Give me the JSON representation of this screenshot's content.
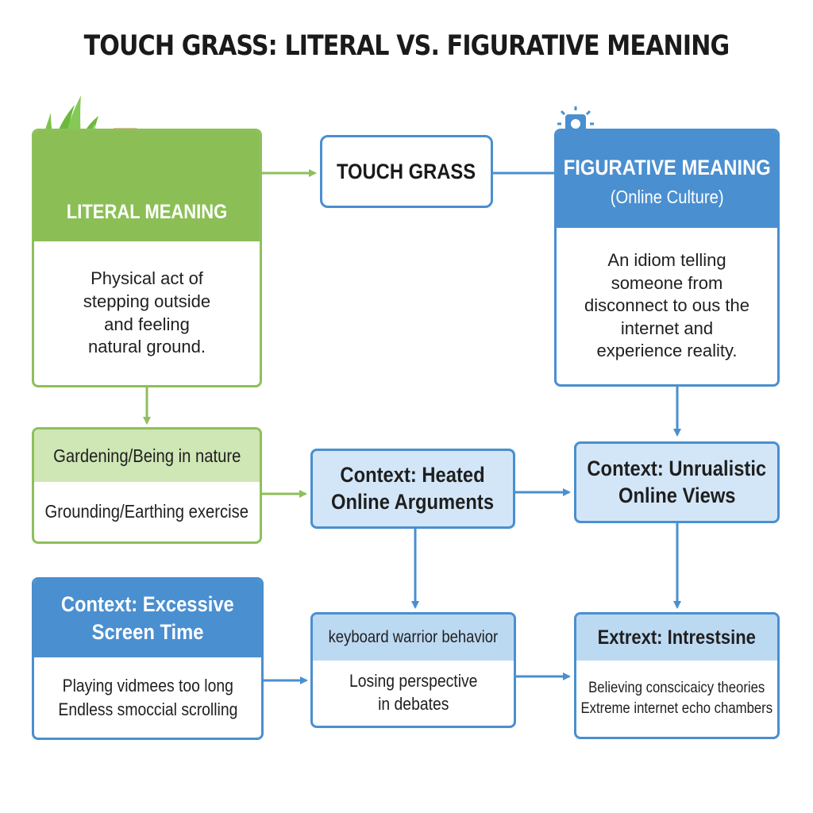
{
  "title": "TOUCH GRASS: LITERAL VS. FIGURATIVE MEANING",
  "colors": {
    "green": "#8bbf55",
    "light_green": "#cfe6b5",
    "blue": "#4a8fd0",
    "light_blue": "#bcd9f2"
  },
  "icons": [
    "grass-foot-icon",
    "person-icon"
  ],
  "literal": {
    "heading": "LITERAL MEANING",
    "lines": [
      "Physical act of",
      "stepping outside",
      "and feeling",
      "natural ground."
    ]
  },
  "center": {
    "label": "TOUCH GRASS"
  },
  "figurative": {
    "heading": "FIGURATIVE MEANING",
    "subheading": "(Online Culture)",
    "lines": [
      "An idiom telling",
      "someone from",
      "disconnect to ous the",
      "internet and",
      "experience reality."
    ]
  },
  "activities": {
    "line1": "Gardening/Being in nature",
    "line2": "Grounding/Earthing exercise"
  },
  "heated": {
    "line1": "Context: Heated",
    "line2": "Online Arguments"
  },
  "unrealistic": {
    "line1": "Context: Unrualistic",
    "line2": "Online Views"
  },
  "screen_time": {
    "heading1": "Context: Excessive",
    "heading2": "Screen Time",
    "line1": "Playing vidmees too long",
    "line2": "Endless smoccial scrolling"
  },
  "keyboard": {
    "heading": "keyboard warrior behavior",
    "line1": "Losing perspective",
    "line2": "in debates"
  },
  "extreme": {
    "heading": "Extrext: Intrestsine",
    "line1": "Believing conscicaicy theories",
    "line2": "Extreme internet echo chambers"
  }
}
